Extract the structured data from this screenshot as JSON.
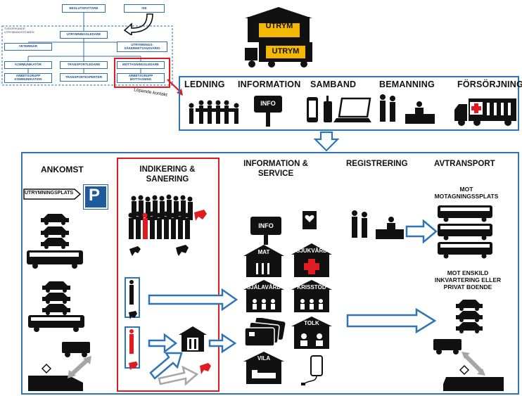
{
  "org_chart": {
    "boxes": {
      "besluts": "BESLUTSFATTARE",
      "ise": "ISE",
      "utrymningsledare": "UTRYMNINGSLEDARE",
      "veterinar": "VETERINÄR",
      "sakerhet": "UTRYMNINGS-\nSÄKERHETSANSVARIG",
      "kommunikator": "KOMMUNIKATÖR",
      "transportledare": "TRANSPORTLEDARE",
      "mottagningsledare": "MOTTAGNINGSLEDARE",
      "arbetsgrupp_komm": "ARBETSGRUPP\nKOMMUNIKATION",
      "transportexperter": "TRANSPORTEXPERTER",
      "arbetsgrupp_mott": "ARBETSGRUPP\nMOTTAGNING"
    },
    "area_label": "UTRYMNINGSSTABEN",
    "area_label_top": "TVÅVERKANDE",
    "link_label": "Löpande kontakt"
  },
  "top": {
    "utrym_label": "UTRYM",
    "truck_label": "UTRYM"
  },
  "functions": {
    "ledning": "LEDNING",
    "information": "INFORMATION",
    "samband": "SAMBAND",
    "bemanning": "BEMANNING",
    "forsorjning": "FÖRSÖRJNING",
    "info_sign": "INFO"
  },
  "main": {
    "ankomst": "ANKOMST",
    "utrymningsplats_sign": "UTRYMNINGSPLATS",
    "parking": "P",
    "indikering": "INDIKERING &\nSANERING",
    "info_service": "INFORMATION &\nSERVICE",
    "registrering": "REGISTRERING",
    "avtransport": "AVTRANSPORT",
    "info_house": "INFO",
    "mat": "MAT",
    "sjukvard": "SJUKVÅRD",
    "sjalavard": "SJÄLAVÅRD",
    "krisstod": "KRISSTÖD",
    "tolk": "TOLK",
    "vila": "VILA",
    "mot_mottagning": "MOT\nMOTAGNINGSSPLATS",
    "mot_enskild": "MOT ENSKILD\nINKVARTERING ELLER\nPRIVAT BOENDE"
  },
  "colors": {
    "blue": "#2e75b6",
    "red": "#e11b22",
    "dark": "#111111",
    "yellow": "#f5b800",
    "grey": "#a6a6a6"
  }
}
